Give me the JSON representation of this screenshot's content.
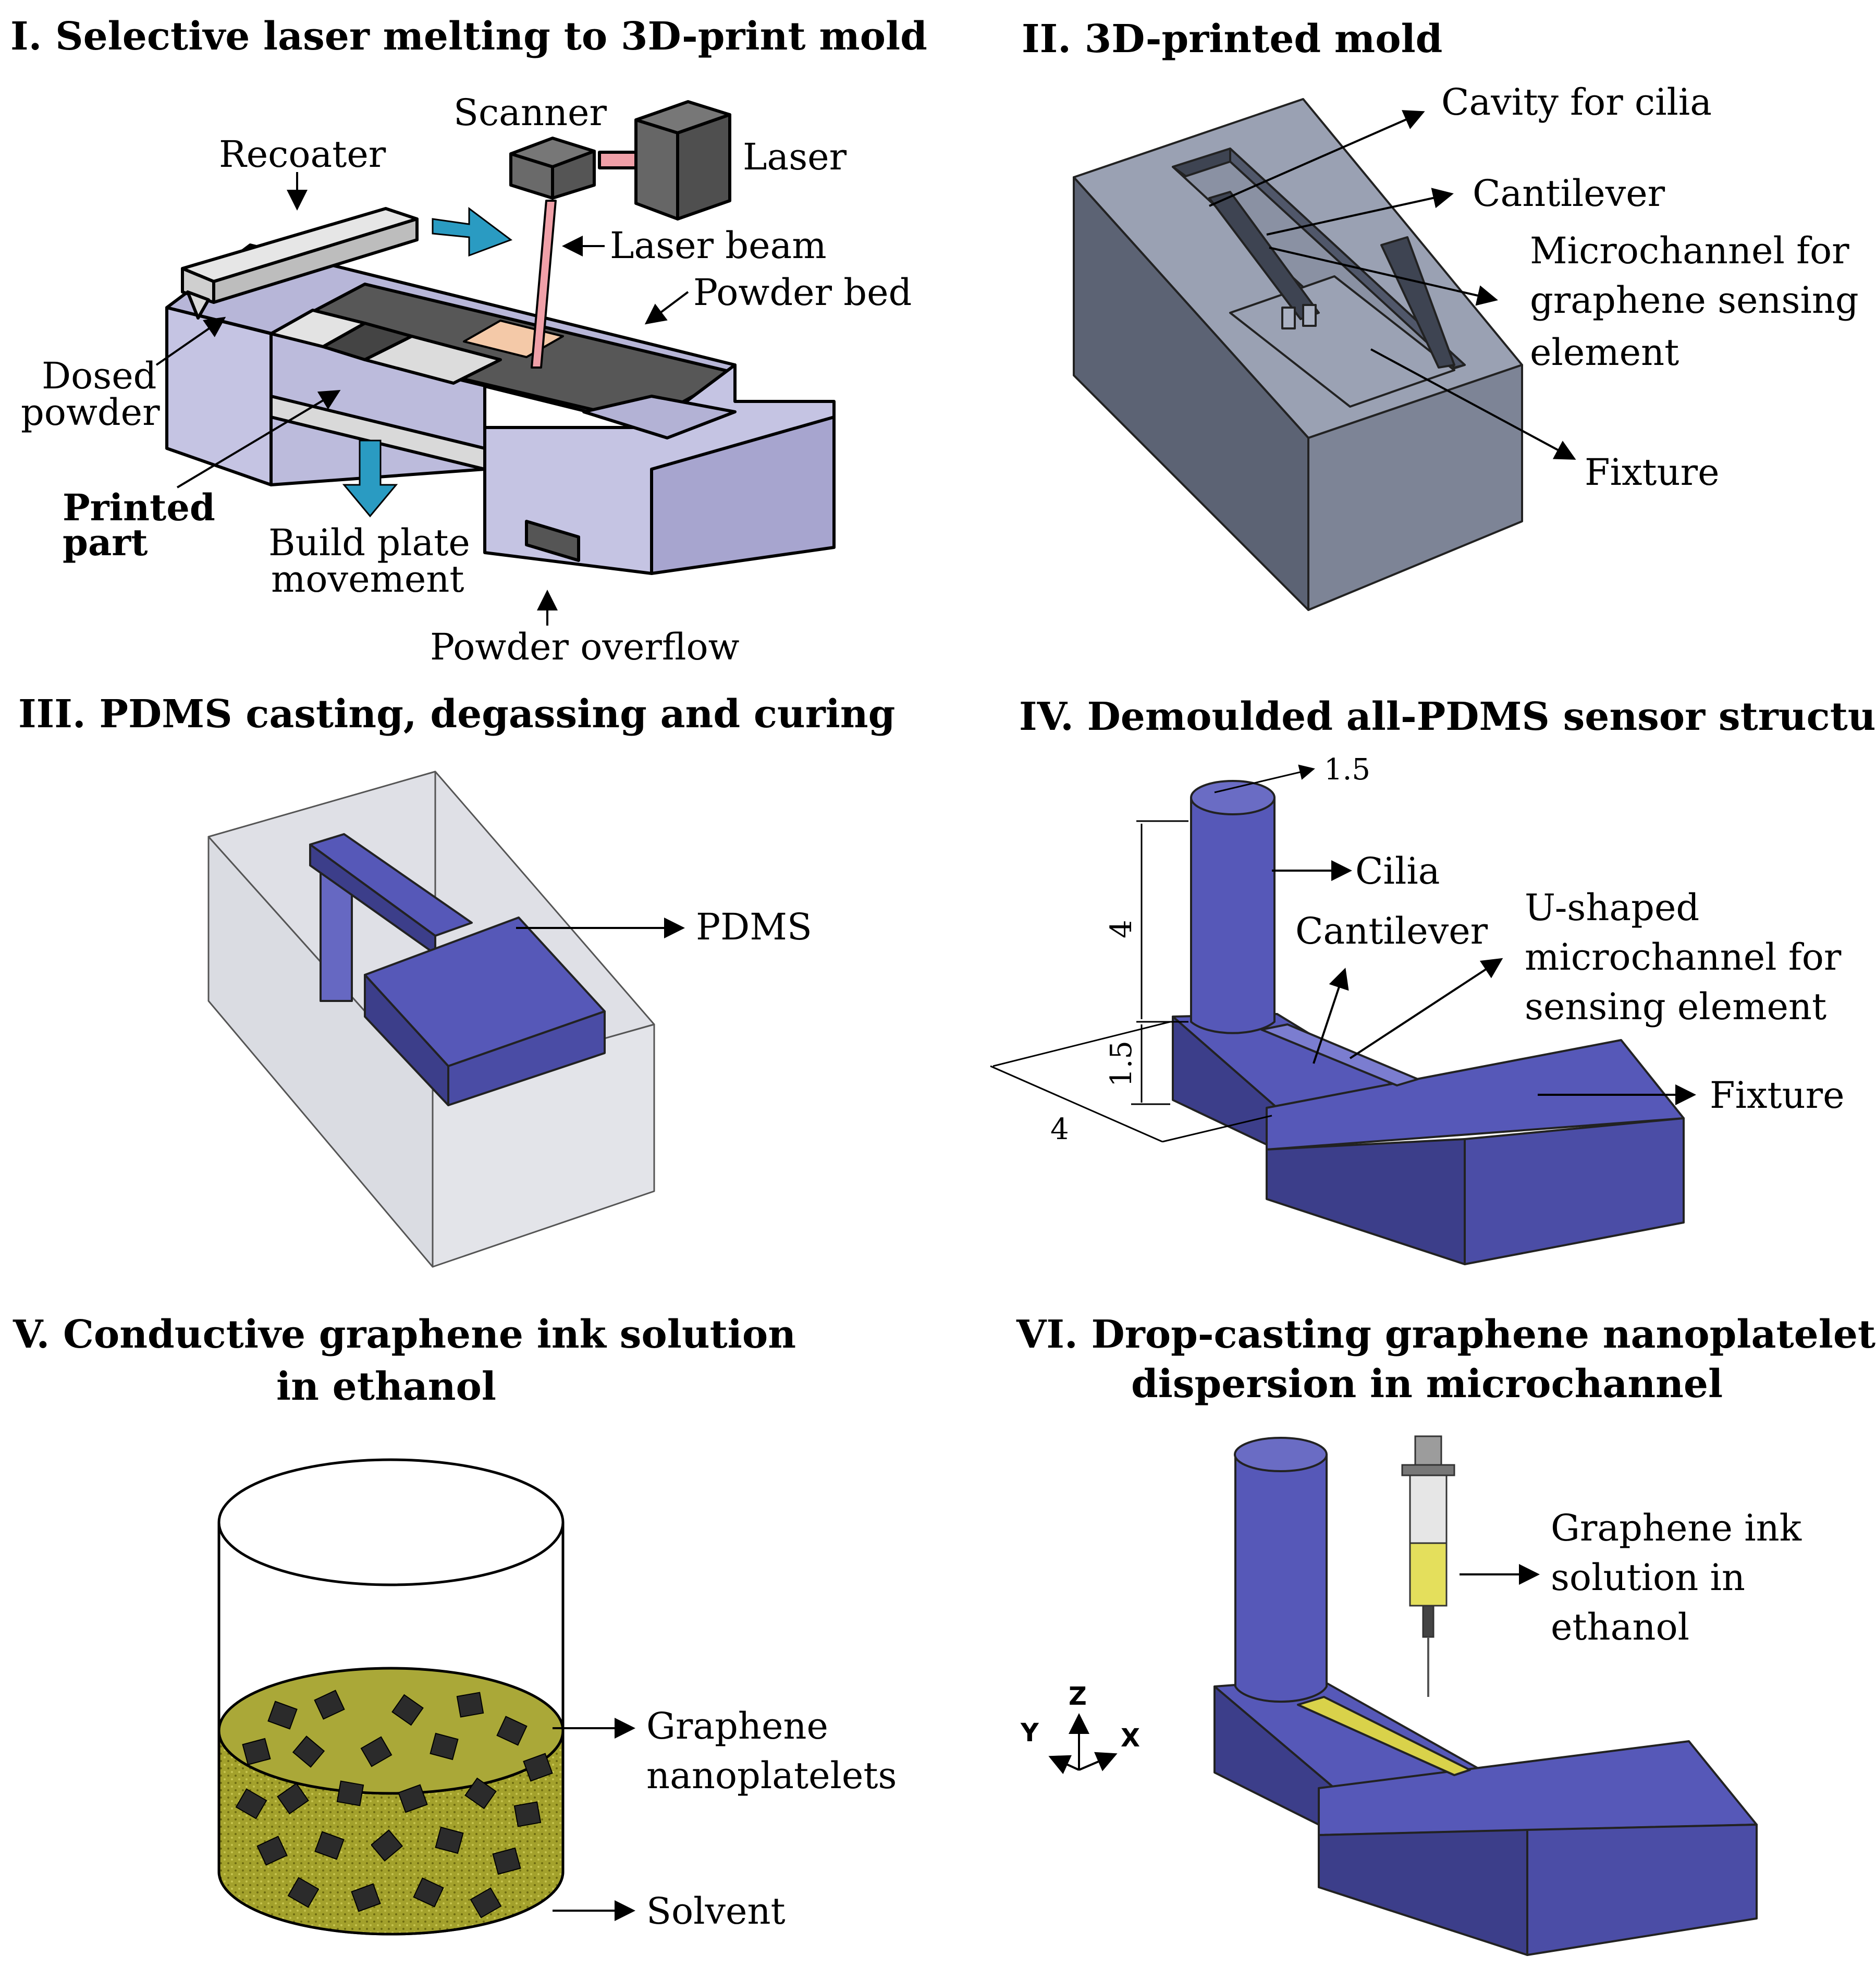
{
  "panels": {
    "p1": {
      "title": "I. Selective laser melting to 3D-print mold",
      "labels": {
        "scanner": "Scanner",
        "laser": "Laser",
        "recoater": "Recoater",
        "laser_beam": "Laser beam",
        "powder_bed": "Powder bed",
        "dosed_1": "Dosed",
        "dosed_2": "powder",
        "printed_1": "Printed",
        "printed_2": "part",
        "build_1": "Build plate",
        "build_2": "movement",
        "overflow": "Powder overflow"
      }
    },
    "p2": {
      "title": "II. 3D-printed mold",
      "labels": {
        "cavity": "Cavity for cilia",
        "cantilever": "Cantilever",
        "micro_1": "Microchannel for",
        "micro_2": "graphene sensing",
        "micro_3": "element",
        "fixture": "Fixture"
      }
    },
    "p3": {
      "title": "III. PDMS casting, degassing and curing",
      "labels": {
        "pdms": "PDMS"
      }
    },
    "p4": {
      "title": "IV. Demoulded all-PDMS sensor structure",
      "labels": {
        "dim_top": "1.5",
        "dim_height": "4",
        "dim_base": "1.5",
        "dim_width": "4",
        "cilia": "Cilia",
        "cantilever": "Cantilever",
        "u_1": "U-shaped",
        "u_2": "microchannel for",
        "u_3": "sensing element",
        "fixture": "Fixture"
      }
    },
    "p5": {
      "title_1": "V. Conductive graphene ink solution",
      "title_2": "in ethanol",
      "labels": {
        "graphene_1": "Graphene",
        "graphene_2": "nanoplatelets",
        "solvent": "Solvent"
      }
    },
    "p6": {
      "title_1": "VI. Drop-casting graphene nanoplatelet",
      "title_2": "dispersion in microchannel",
      "labels": {
        "ink_1": "Graphene ink",
        "ink_2": "solution in",
        "ink_3": "ethanol",
        "axis_z": "Z",
        "axis_y": "Y",
        "axis_x": "X"
      }
    }
  },
  "colors": {
    "pdms_blue": "#5658b8",
    "pdms_dark": "#3c3e8a",
    "mold_top": "#9aa1b3",
    "mold_left": "#6a7182",
    "mold_right": "#7d8496",
    "machine_lavender": "#c5c4e3",
    "arrow_cyan": "#2a9bc2",
    "laser_pink": "#f0a0a8",
    "solvent_olive": "#9a9a2a",
    "ink_yellow": "#d9d24a"
  }
}
